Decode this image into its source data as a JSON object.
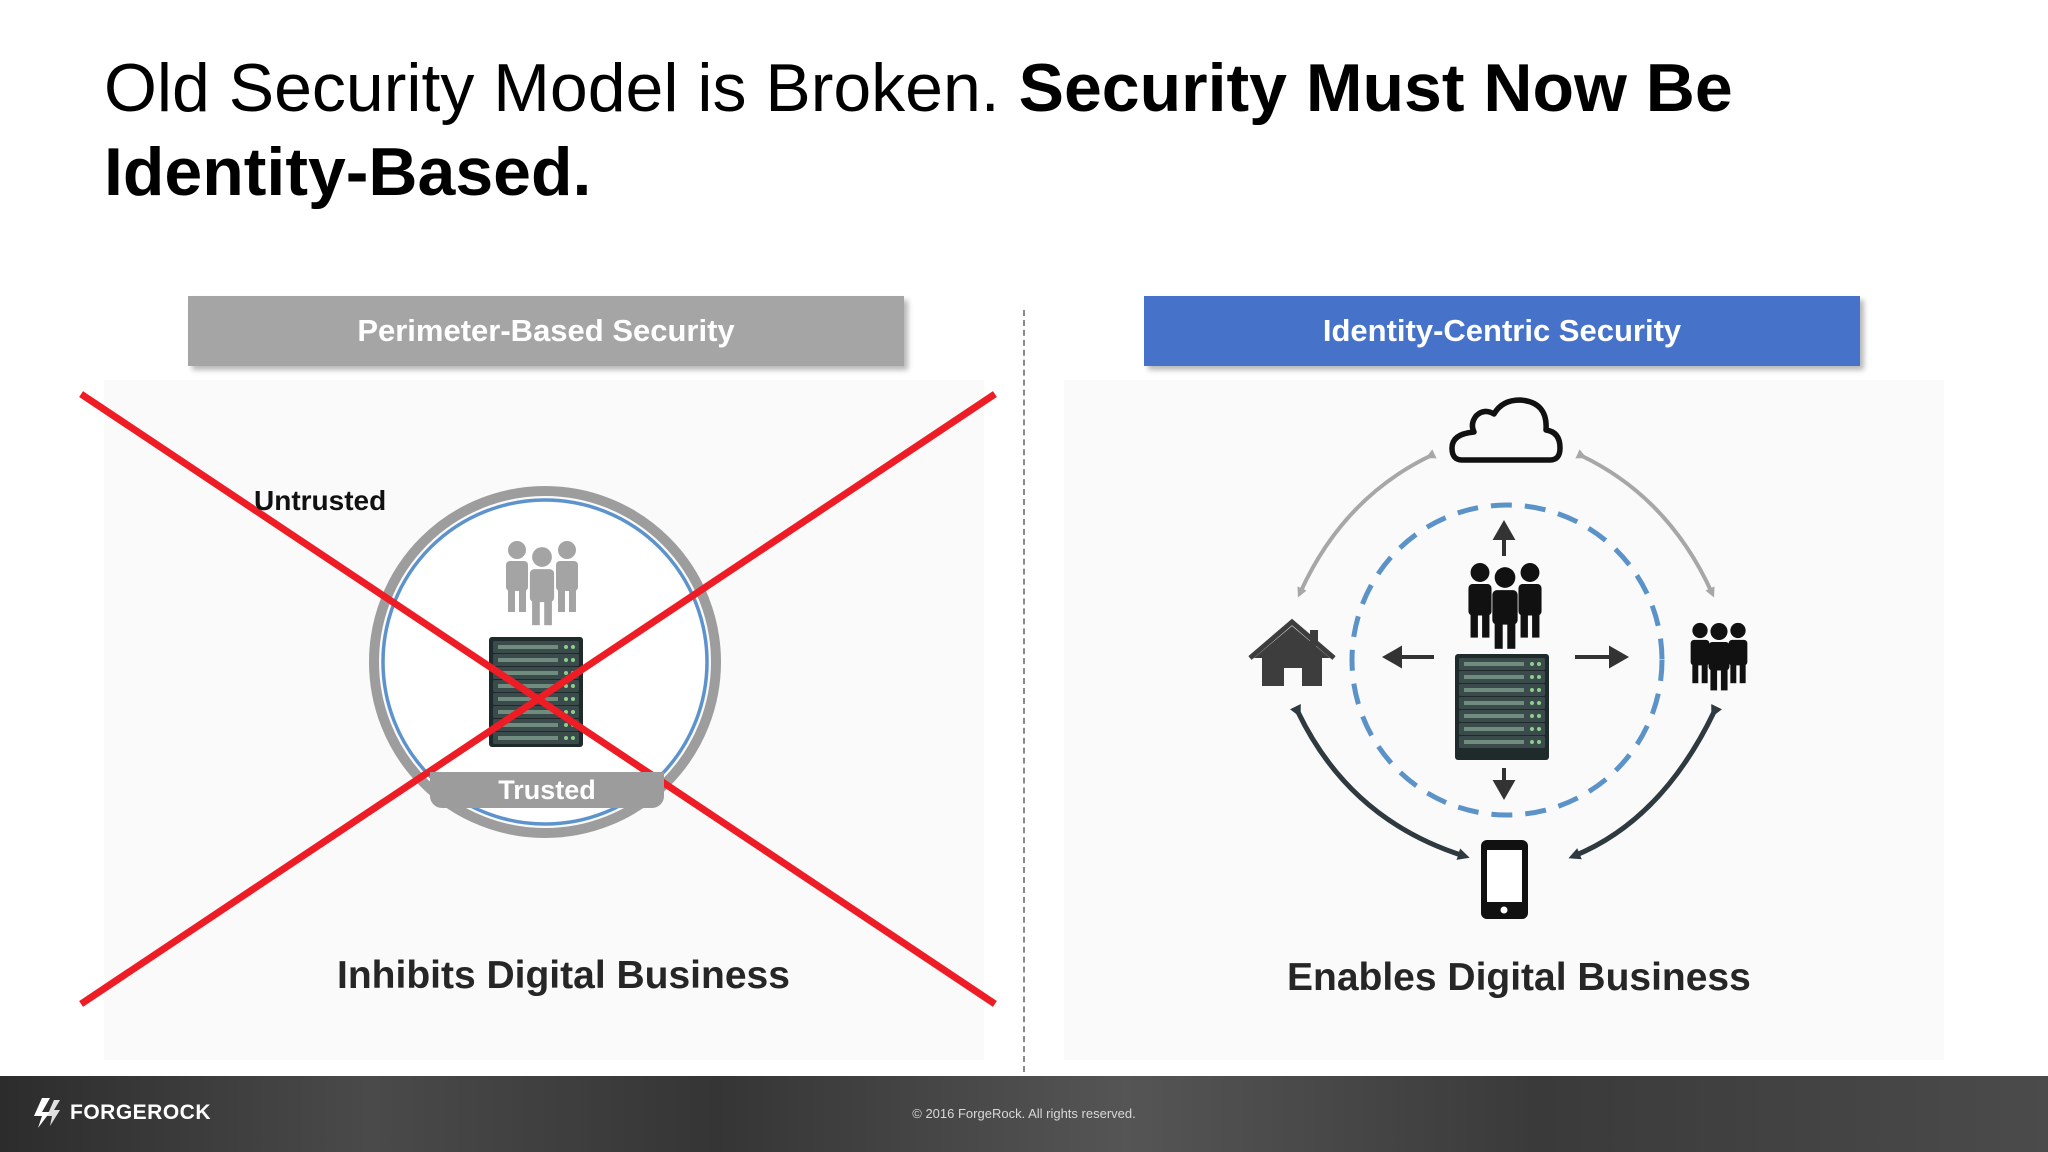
{
  "slide": {
    "title_light": "Old Security Model is Broken. ",
    "title_bold": "Security Must Now Be Identity-Based."
  },
  "left_panel": {
    "header": "Perimeter-Based Security",
    "untrusted_label": "Untrusted",
    "trusted_label": "Trusted",
    "caption": "Inhibits Digital Business",
    "header_color": "#a5a5a5",
    "cross_color": "#ee1c25"
  },
  "right_panel": {
    "header": "Identity-Centric Security",
    "caption": "Enables Digital Business",
    "header_color": "#4673c9",
    "ring_color": "#5b93c9"
  },
  "footer": {
    "logo_text": "FORGEROCK",
    "copyright": "© 2016 ForgeRock. All rights reserved."
  },
  "icons": [
    "people-icon",
    "server-icon",
    "cloud-icon",
    "home-icon",
    "group-icon",
    "mobile-phone-icon",
    "arrow-icon",
    "forgerock-logo-icon"
  ]
}
